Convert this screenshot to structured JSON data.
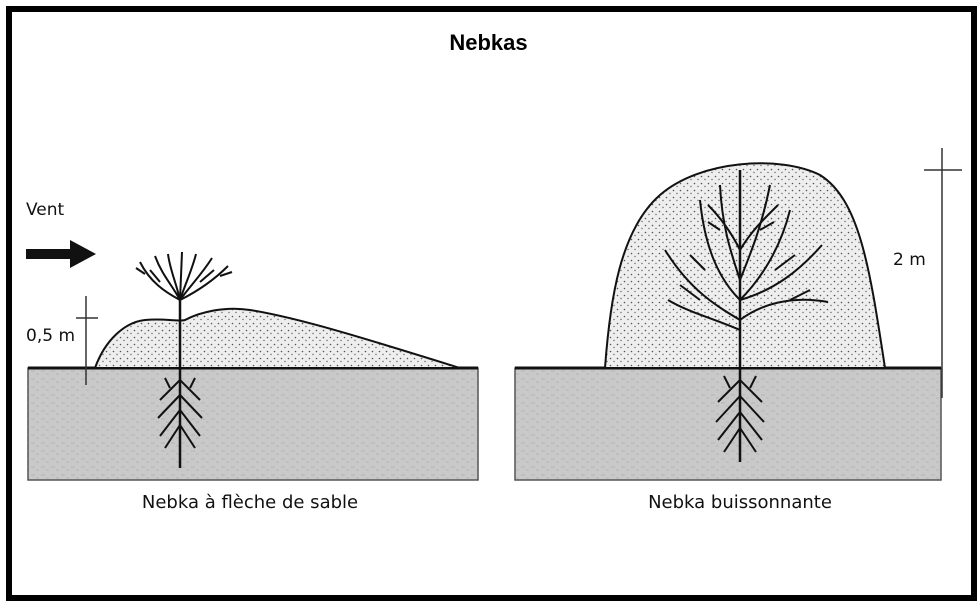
{
  "title": "Nebkas",
  "wind_label": "Vent",
  "left": {
    "height_label": "0,5 m",
    "caption": "Nebka à flèche de sable"
  },
  "right": {
    "height_label": "2 m",
    "caption": "Nebka buissonnante"
  },
  "colors": {
    "ground": "#c9c9c9",
    "sand": "#eeeeee",
    "ink": "#111111",
    "frame": "#000000"
  },
  "icons": [
    "wind-arrow-icon",
    "shrub-icon",
    "roots-icon"
  ]
}
